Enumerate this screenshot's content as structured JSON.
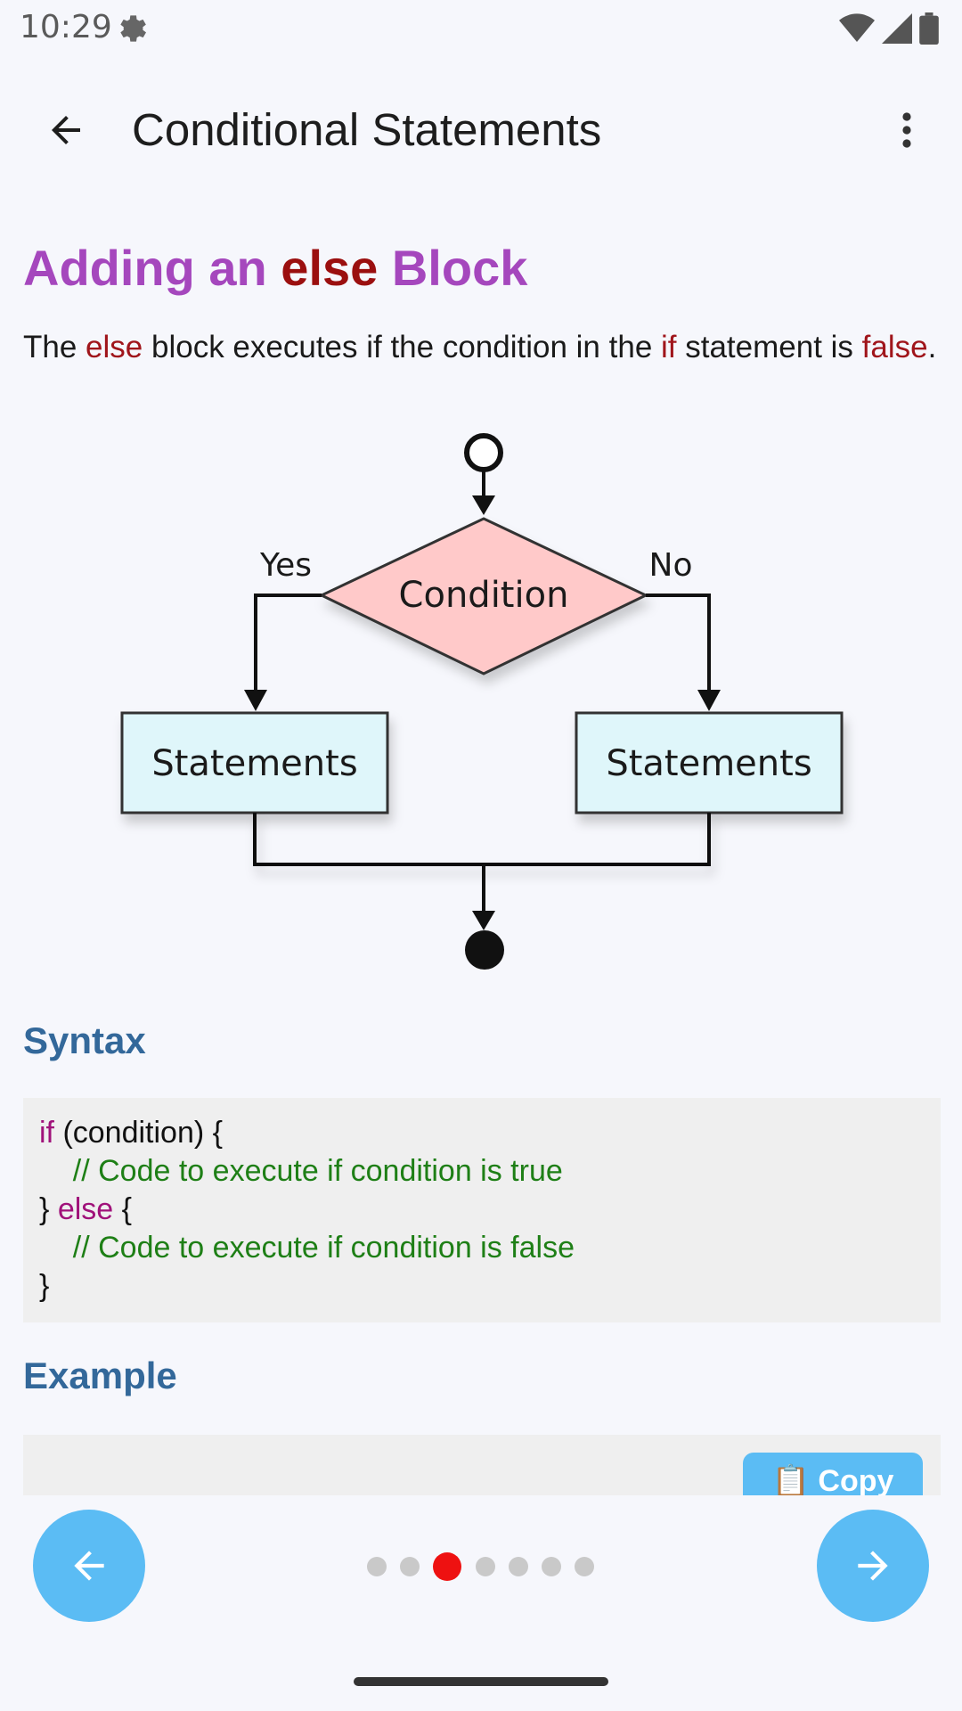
{
  "status_bar": {
    "time": "10:29"
  },
  "app_bar": {
    "title": "Conditional Statements"
  },
  "content": {
    "heading": {
      "part1": "Adding an ",
      "keyword": "else",
      "part2": " Block"
    },
    "intro": {
      "t1": "The ",
      "kw1": "else",
      "t2": " block executes if the condition in the ",
      "kw2": "if",
      "t3": " statement is ",
      "kw3": "false",
      "t4": "."
    },
    "flowchart": {
      "yes_label": "Yes",
      "no_label": "No",
      "condition_label": "Condition",
      "left_box_label": "Statements",
      "right_box_label": "Statements"
    },
    "syntax_heading": "Syntax",
    "syntax_code": {
      "l1_kw": "if",
      "l1_rest": " (condition) {",
      "l2": "    // Code to execute if condition is true",
      "l3_a": "} ",
      "l3_kw": "else",
      "l3_b": " {",
      "l4": "    // Code to execute if condition is false",
      "l5": "}"
    },
    "example_heading": "Example",
    "copy_button": "📋 Copy"
  },
  "pager": {
    "total": 7,
    "current_index": 2
  },
  "colors": {
    "accent": "#5bbcf4",
    "heading": "#a547bd",
    "subheading": "#33689a",
    "keyword": "#a0151b",
    "active_dot": "#ee1111"
  }
}
